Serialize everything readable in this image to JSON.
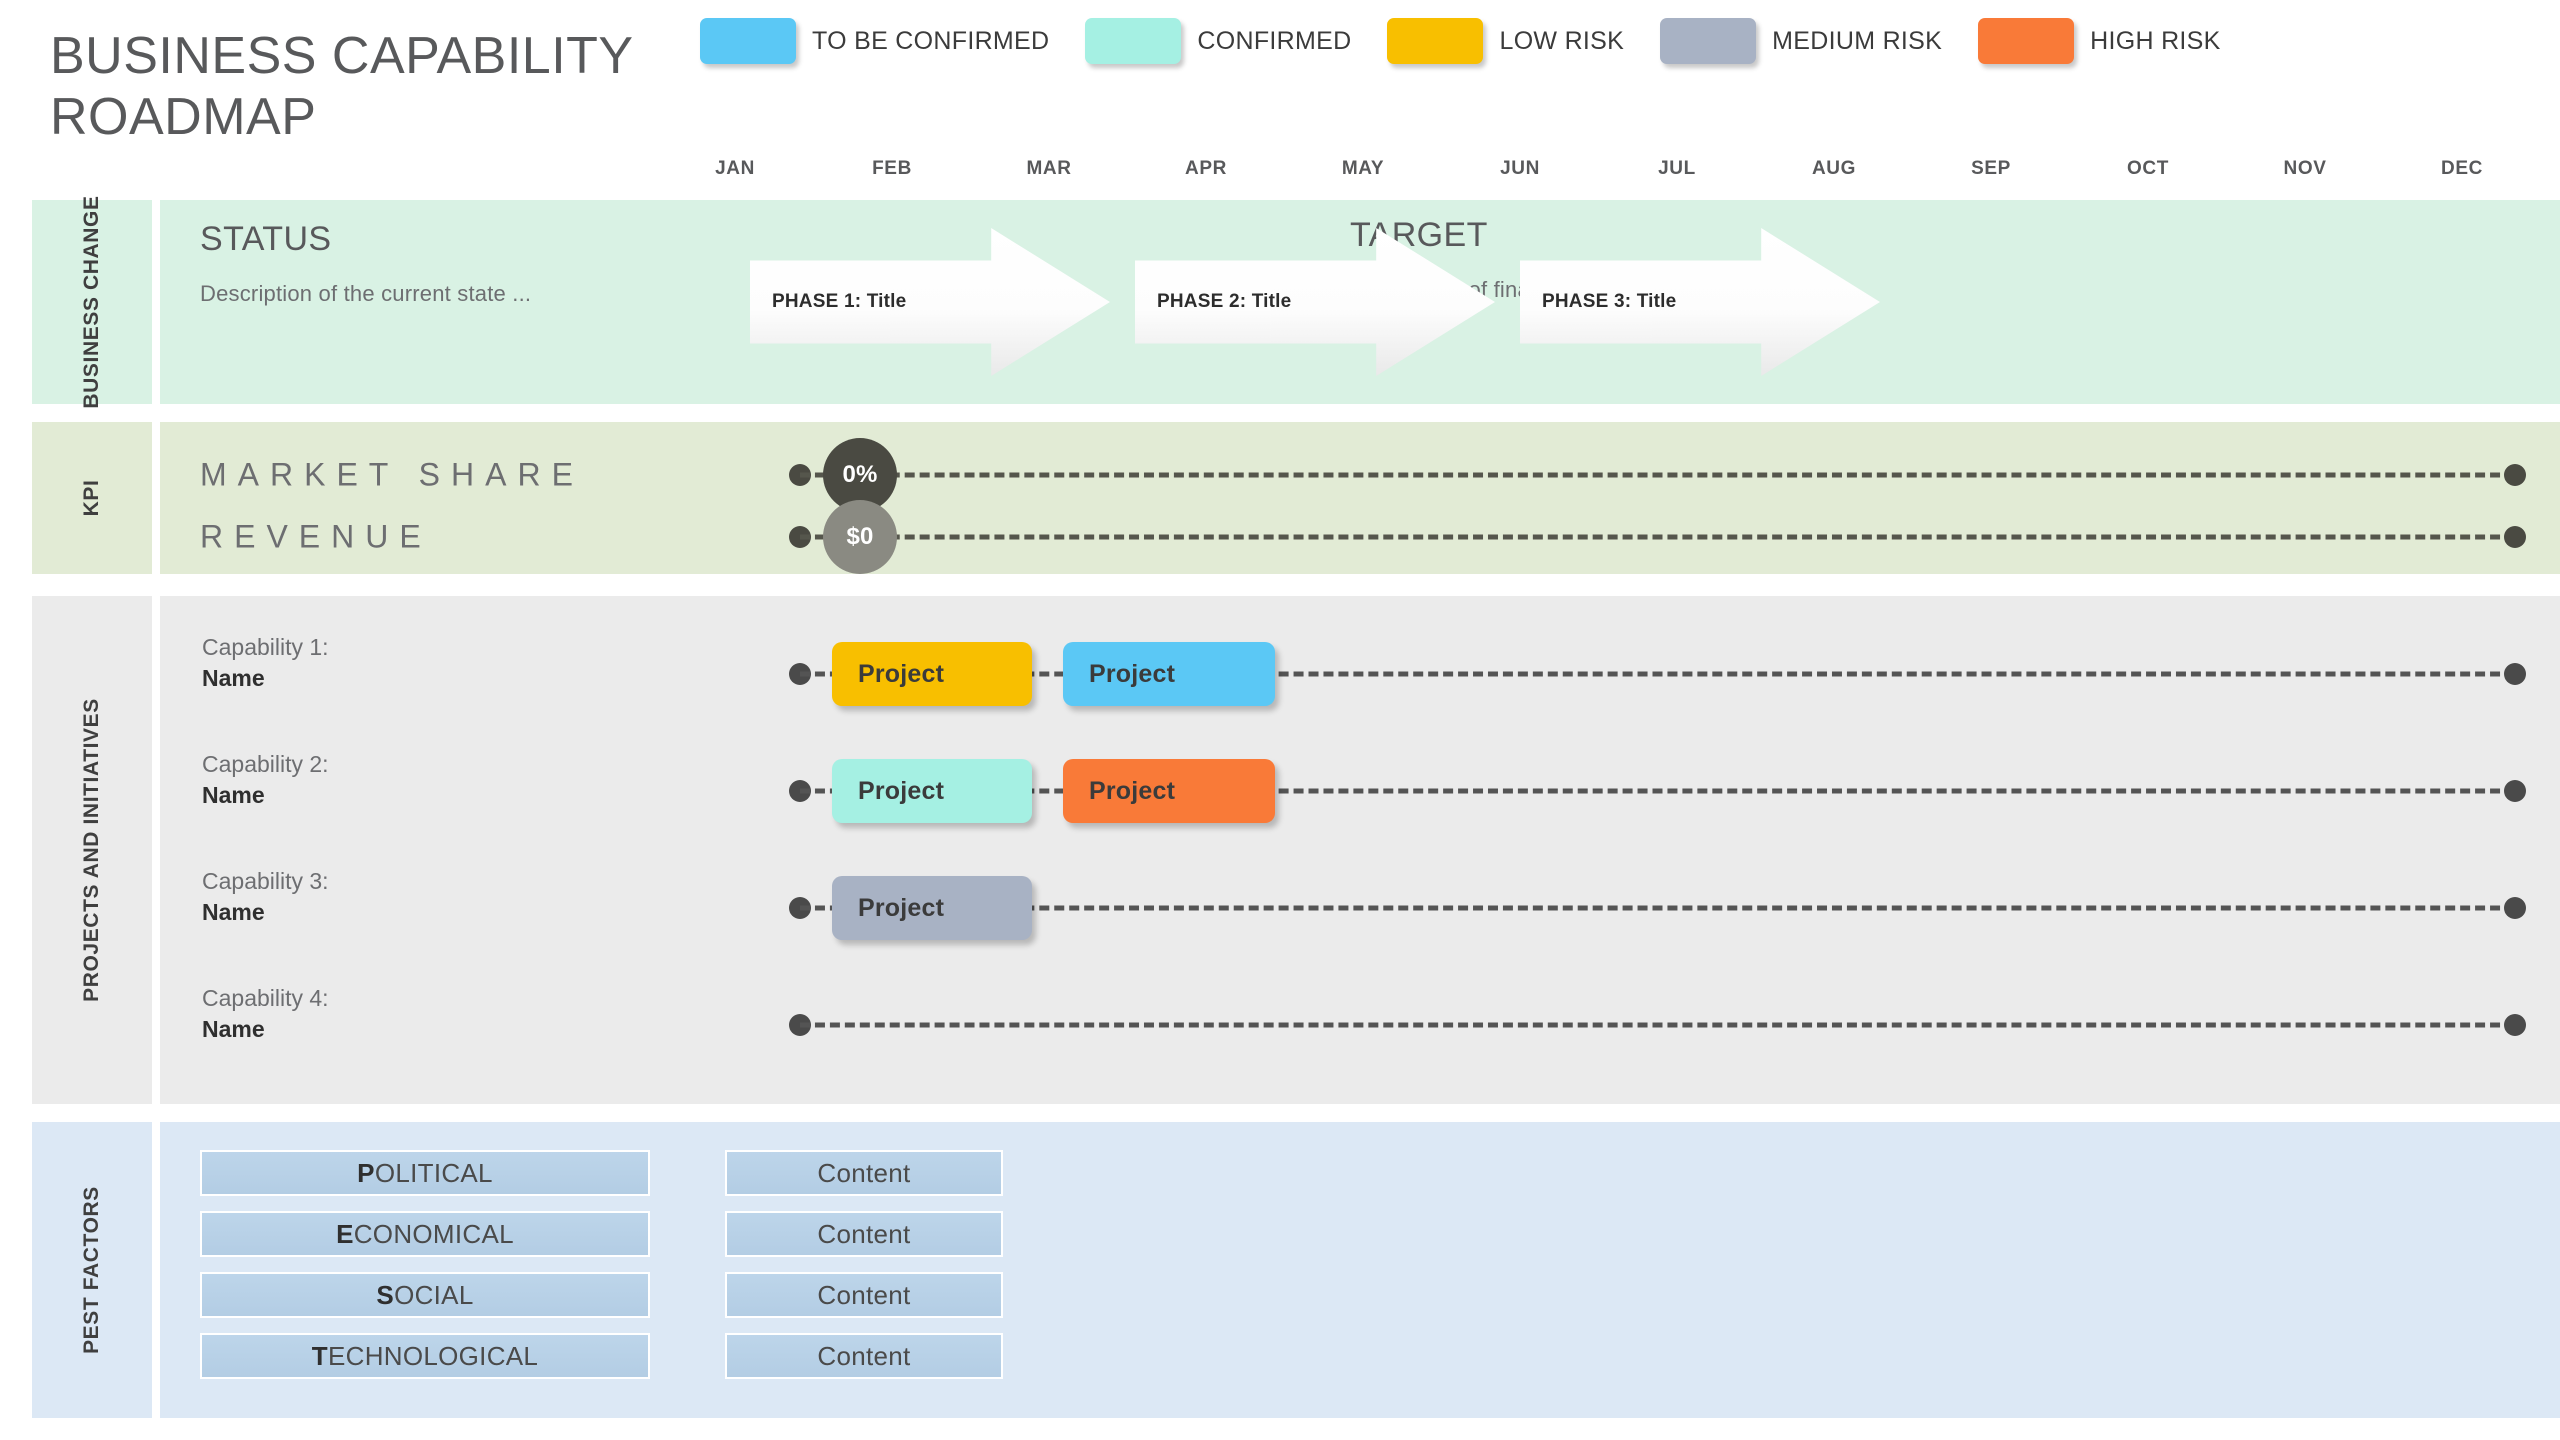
{
  "header": {
    "title": "BUSINESS CAPABILITY ROADMAP",
    "legend": [
      {
        "label": "TO BE CONFIRMED",
        "color": "#5bc8f5"
      },
      {
        "label": "CONFIRMED",
        "color": "#a5f0e3"
      },
      {
        "label": "LOW RISK",
        "color": "#f8bf00"
      },
      {
        "label": "MEDIUM RISK",
        "color": "#a8b2c4"
      },
      {
        "label": "HIGH RISK",
        "color": "#f97a38"
      }
    ]
  },
  "timeline": {
    "months": [
      "JAN",
      "FEB",
      "MAR",
      "APR",
      "MAY",
      "JUN",
      "JUL",
      "AUG",
      "SEP",
      "OCT",
      "NOV",
      "DEC"
    ]
  },
  "business_change": {
    "rail_label": "BUSINESS CHANGE",
    "status_heading": "STATUS",
    "status_description": "Description of the current state ...",
    "target_heading": "TARGET",
    "target_description": "Description of final target ...",
    "phases": [
      {
        "label": "PHASE 1: Title"
      },
      {
        "label": "PHASE 2: Title"
      },
      {
        "label": "PHASE 3: Title"
      }
    ]
  },
  "kpi": {
    "rail_label": "KPI",
    "rows": [
      {
        "name": "MARKET SHARE",
        "badge_value": "0%",
        "badge_color": "#4a4a42"
      },
      {
        "name": "REVENUE",
        "badge_value": "$0",
        "badge_color": "#8a8a82"
      }
    ]
  },
  "projects": {
    "rail_label": "PROJECTS AND INITIATIVES",
    "rows": [
      {
        "capability": "Capability 1:",
        "name": "Name",
        "pills": [
          {
            "label": "Project",
            "color": "#f8bf00"
          },
          {
            "label": "Project",
            "color": "#5bc8f5"
          }
        ]
      },
      {
        "capability": "Capability 2:",
        "name": "Name",
        "pills": [
          {
            "label": "Project",
            "color": "#a5f0e3"
          },
          {
            "label": "Project",
            "color": "#f97a38"
          }
        ]
      },
      {
        "capability": "Capability 3:",
        "name": "Name",
        "pills": [
          {
            "label": "Project",
            "color": "#a8b2c4"
          }
        ]
      },
      {
        "capability": "Capability 4:",
        "name": "Name",
        "pills": []
      }
    ]
  },
  "pest": {
    "rail_label": "PEST FACTORS",
    "factors": [
      {
        "initial": "P",
        "rest": "OLITICAL"
      },
      {
        "initial": "E",
        "rest": "CONOMICAL"
      },
      {
        "initial": "S",
        "rest": "OCIAL"
      },
      {
        "initial": "T",
        "rest": "ECHNOLOGICAL"
      }
    ],
    "contents": [
      "Content",
      "Content",
      "Content",
      "Content"
    ]
  }
}
